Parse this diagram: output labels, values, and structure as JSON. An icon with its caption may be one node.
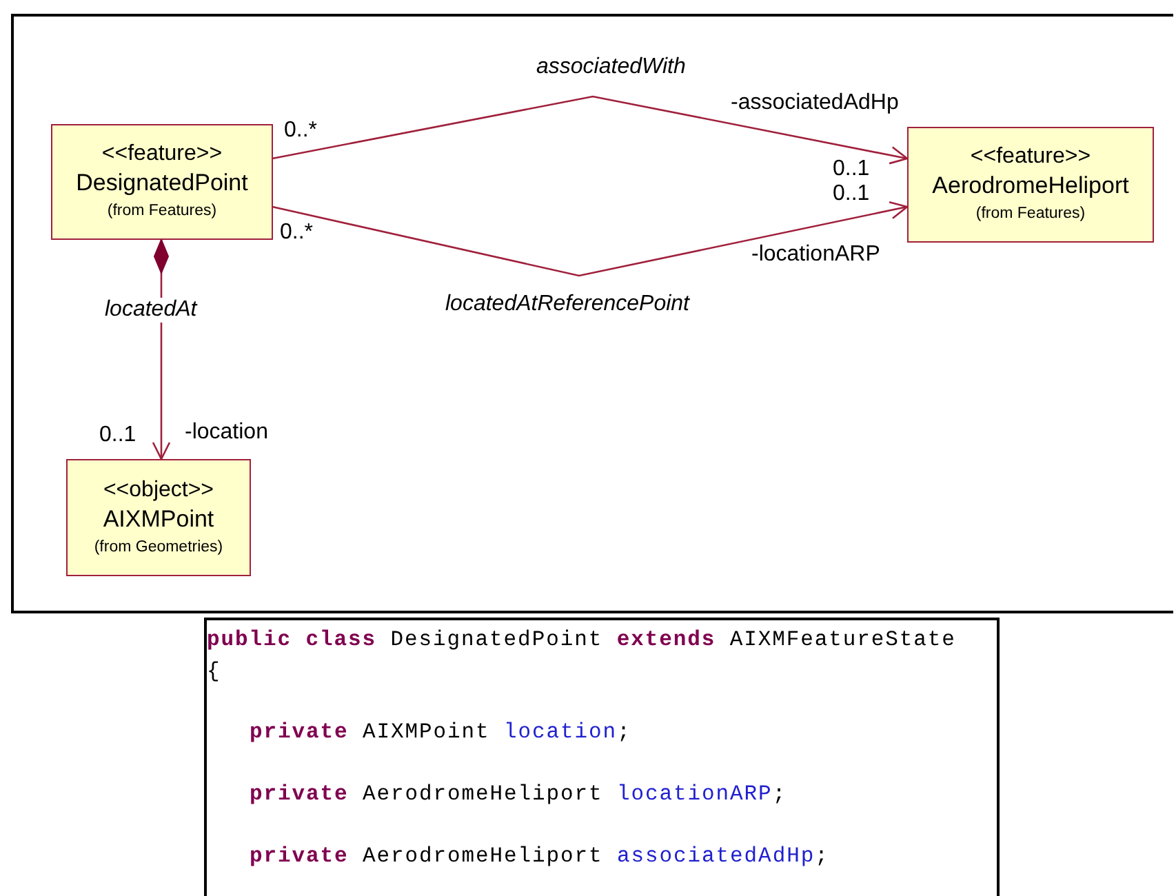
{
  "diagram": {
    "nodes": [
      {
        "text": [
          "<<feature>>",
          "DesignatedPoint",
          "(from Features)"
        ]
      },
      {
        "text": [
          "<<feature>>",
          "AerodromeHeliport",
          "(from Features)"
        ]
      },
      {
        "text": [
          "<<object>>",
          "AIXMPoint",
          "(from Geometries)"
        ]
      }
    ],
    "edges": [
      {
        "from": 0,
        "to": 1,
        "arrow": "to",
        "label": "associatedWith"
      },
      {
        "from": 0,
        "to": 1,
        "arrow": "to",
        "label": "locatedAtReferencePoint"
      },
      {
        "from": 0,
        "to": 2,
        "arrow": "to",
        "label": "locatedAt"
      }
    ],
    "labels": [
      "0..*",
      "-associatedAdHp",
      "0..1",
      "0..1",
      "0..*",
      "-locationARP",
      "0..1",
      "-location",
      "**public** **class** DesignatedPoint **extends** AIXMFeatureState",
      "{",
      "**private** AIXMPoint location;",
      "**private** AerodromeHeliport locationARP;",
      "**private** AerodromeHeliport associatedAdHp;"
    ]
  }
}
